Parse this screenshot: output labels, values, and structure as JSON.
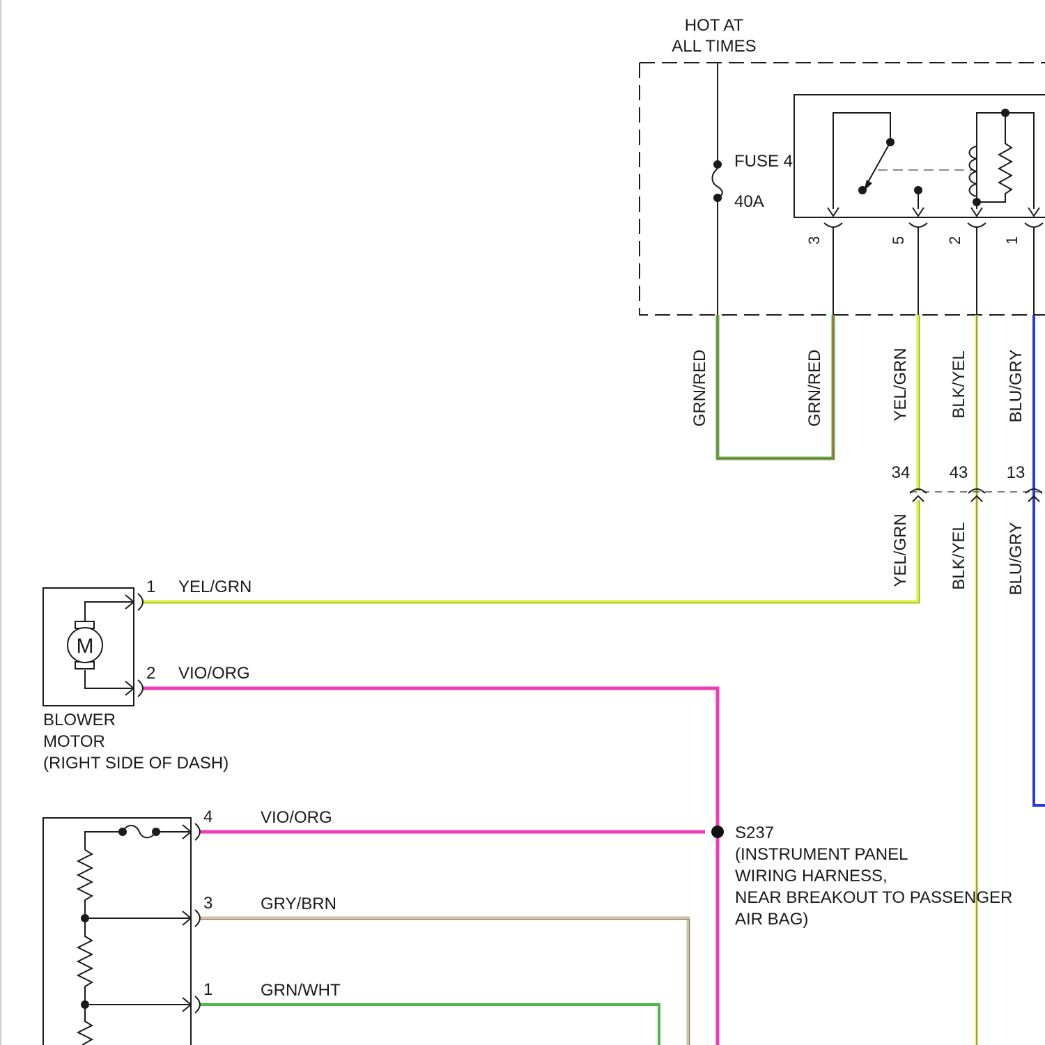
{
  "power": {
    "hot_label_line1": "HOT AT",
    "hot_label_line2": "ALL TIMES",
    "fuse_label": "FUSE 4",
    "fuse_rating": "40A"
  },
  "relay": {
    "pins": [
      "3",
      "5",
      "2",
      "1"
    ]
  },
  "wires": {
    "fuse_out": "GRN/RED",
    "relay_pin3": "GRN/RED",
    "relay_pin5": "YEL/GRN",
    "relay_pin2": "BLK/YEL",
    "relay_pin1": "BLU/GRY",
    "below_c34": "YEL/GRN",
    "below_c43": "BLK/YEL",
    "below_c13": "BLU/GRY"
  },
  "connector": {
    "pins": [
      "34",
      "43",
      "13"
    ]
  },
  "blower_motor": {
    "symbol": "M",
    "name_line1": "BLOWER",
    "name_line2": "MOTOR",
    "location": "(RIGHT SIDE OF DASH)",
    "pin1": "1",
    "pin1_wire": "YEL/GRN",
    "pin2": "2",
    "pin2_wire": "VIO/ORG"
  },
  "resistor_block": {
    "pin4": "4",
    "pin4_wire": "VIO/ORG",
    "pin3": "3",
    "pin3_wire": "GRY/BRN",
    "pin1": "1",
    "pin1_wire": "GRN/WHT"
  },
  "splice": {
    "id": "S237",
    "desc_line1": "(INSTRUMENT PANEL",
    "desc_line2": "WIRING HARNESS,",
    "desc_line3": "NEAR BREAKOUT TO PASSENGER",
    "desc_line4": "AIR BAG)"
  },
  "colors": {
    "yel_grn": "#e6ee3a",
    "vio_org": "#ee3cb4",
    "gry_brn": "#cdc2a8",
    "grn_wht": "#4cb848",
    "grn_red": "#4cb848",
    "blk_yel": "#c8b46a",
    "blu_gry": "#2a3cd6"
  }
}
